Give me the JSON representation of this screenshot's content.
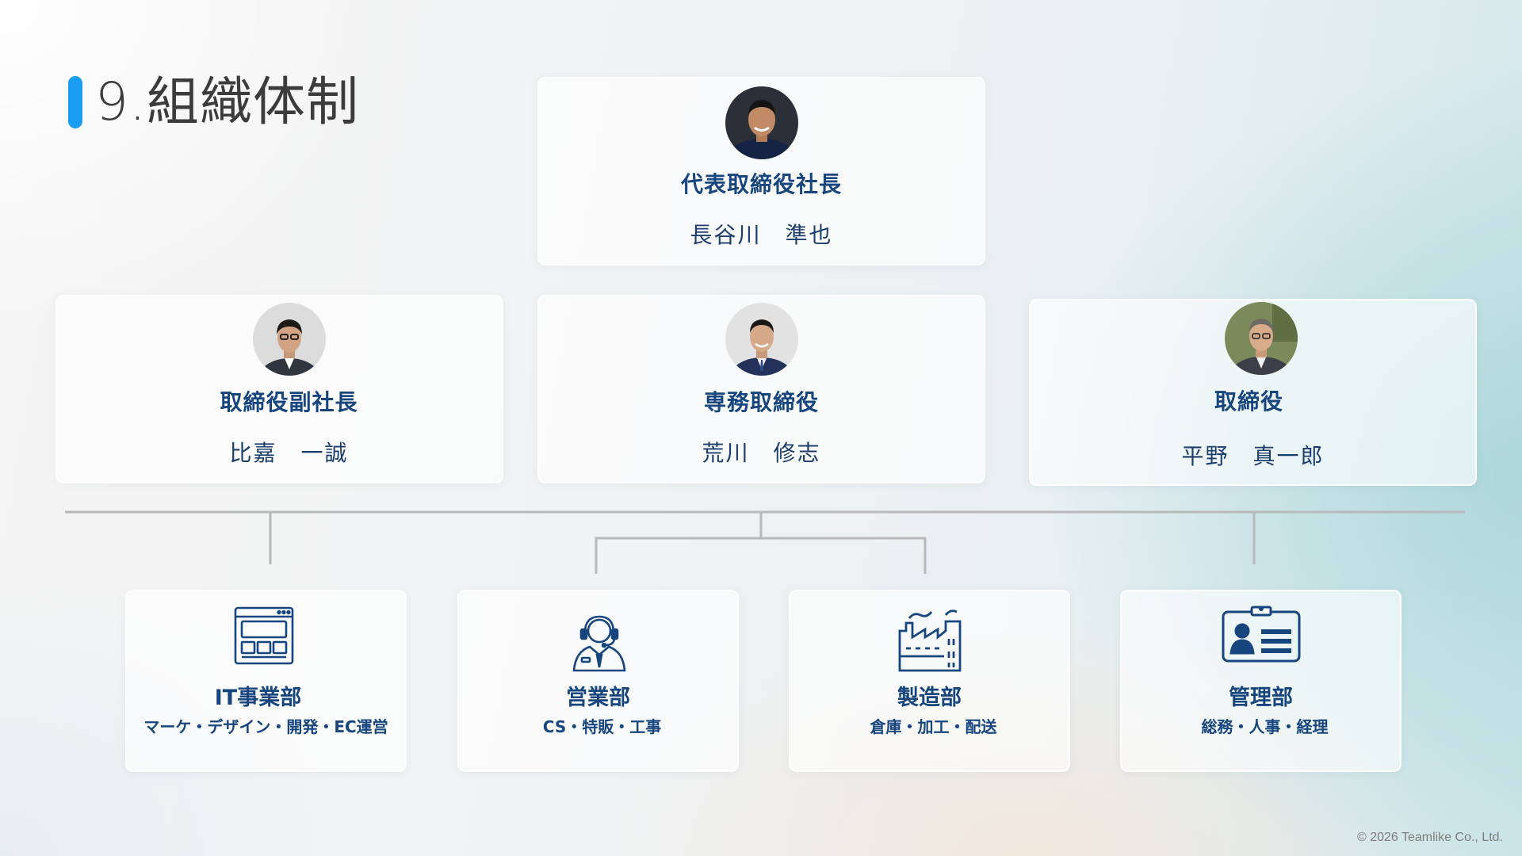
{
  "page": {
    "title": "9.組織体制",
    "accent_color": "#1a9ef0",
    "text_color": "#17457d"
  },
  "executives": {
    "ceo": {
      "role": "代表取締役社長",
      "name": "長谷川　準也",
      "photo": "ceo-photo"
    },
    "vp": {
      "role": "取締役副社長",
      "name": "比嘉　一誠",
      "photo": "vp-photo"
    },
    "md": {
      "role": "専務取締役",
      "name": "荒川　修志",
      "photo": "md-photo"
    },
    "director": {
      "role": "取締役",
      "name": "平野　真一郎",
      "photo": "director-photo"
    }
  },
  "departments": [
    {
      "name": "IT事業部",
      "sub": "マーケ・デザイン・開発・EC運営",
      "icon": "browser-window-icon"
    },
    {
      "name": "営業部",
      "sub": "CS・特販・工事",
      "icon": "headset-operator-icon"
    },
    {
      "name": "製造部",
      "sub": "倉庫・加工・配送",
      "icon": "factory-icon"
    },
    {
      "name": "管理部",
      "sub": "総務・人事・経理",
      "icon": "id-badge-icon"
    }
  ],
  "footer": {
    "copyright": "© 2026 Teamlike Co., Ltd."
  }
}
